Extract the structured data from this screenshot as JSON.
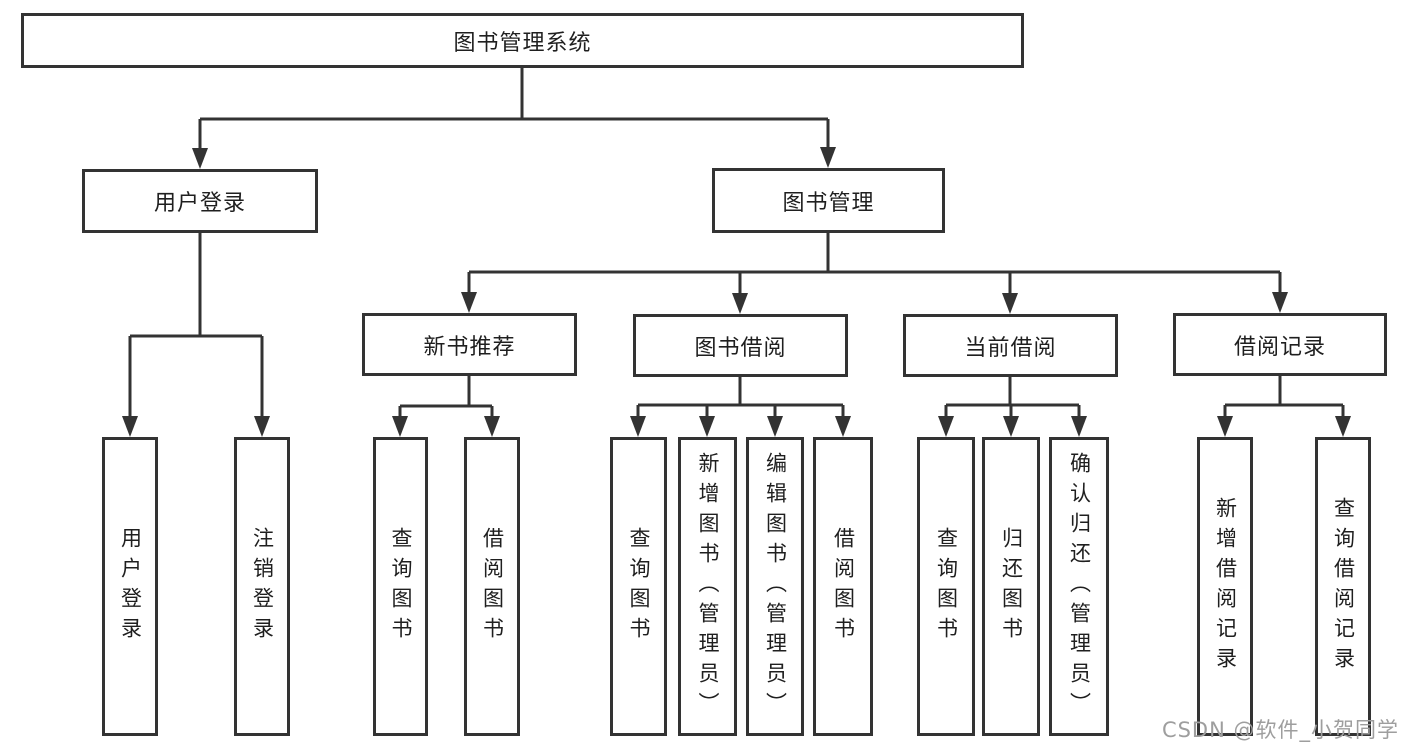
{
  "diagram": {
    "root": {
      "label": "图书管理系统"
    },
    "branches": [
      {
        "label": "用户登录",
        "children": [
          "用户登录",
          "注销登录"
        ]
      },
      {
        "label": "图书管理",
        "modules": [
          {
            "label": "新书推荐",
            "children": [
              "查询图书",
              "借阅图书"
            ]
          },
          {
            "label": "图书借阅",
            "children": [
              "查询图书",
              "新增图书（管理员）",
              "编辑图书（管理员）",
              "借阅图书"
            ]
          },
          {
            "label": "当前借阅",
            "children": [
              "查询图书",
              "归还图书",
              "确认归还（管理员）"
            ]
          },
          {
            "label": "借阅记录",
            "children": [
              "新增借阅记录",
              "查询借阅记录"
            ]
          }
        ]
      }
    ],
    "watermark": "CSDN @软件_小贺同学",
    "colors": {
      "line": "#333333",
      "text": "#1f1f1f",
      "box_background": "#ffffff",
      "watermark": "#9e9e9e"
    }
  }
}
